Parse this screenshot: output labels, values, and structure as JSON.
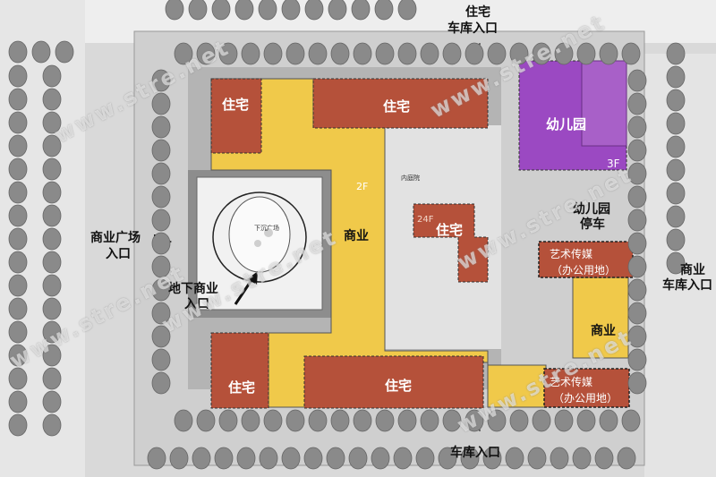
{
  "colors": {
    "residential": "#b5513a",
    "commercial": "#f0c94a",
    "kindergarten": "#9b49c2",
    "background": "#d9d9d9",
    "tree": "#8a8a8a"
  },
  "labels": {
    "top_residential": "住宅",
    "top_garage": "车库入口",
    "plaza_entry_1": "商业广场",
    "plaza_entry_2": "入口",
    "underground_1": "地下商业",
    "underground_2": "入口",
    "right_garage_1": "商业",
    "right_garage_2": "车库入口",
    "bottom_garage": "车库入口",
    "kindergarten_drop_1": "幼儿园",
    "kindergarten_drop_2": "停车"
  },
  "blocks": {
    "res_top_left": "住宅",
    "res_top_center": "住宅",
    "res_center": "住宅",
    "res_bottom_left": "住宅",
    "res_bottom_center": "住宅",
    "kindergarten": "幼儿园",
    "kindergarten_floors": "3F",
    "commercial_center": "商业",
    "commercial_right": "商业",
    "commercial_floor": "2F",
    "media_1_a": "艺术传媒",
    "media_1_b": "（办公用地）",
    "media_2_a": "艺术传媒",
    "media_2_b": "（办公用地）",
    "center_floor": "24F",
    "courtyard": "内庭院",
    "plaza": "下沉广场"
  },
  "watermark": "www.stre.net"
}
